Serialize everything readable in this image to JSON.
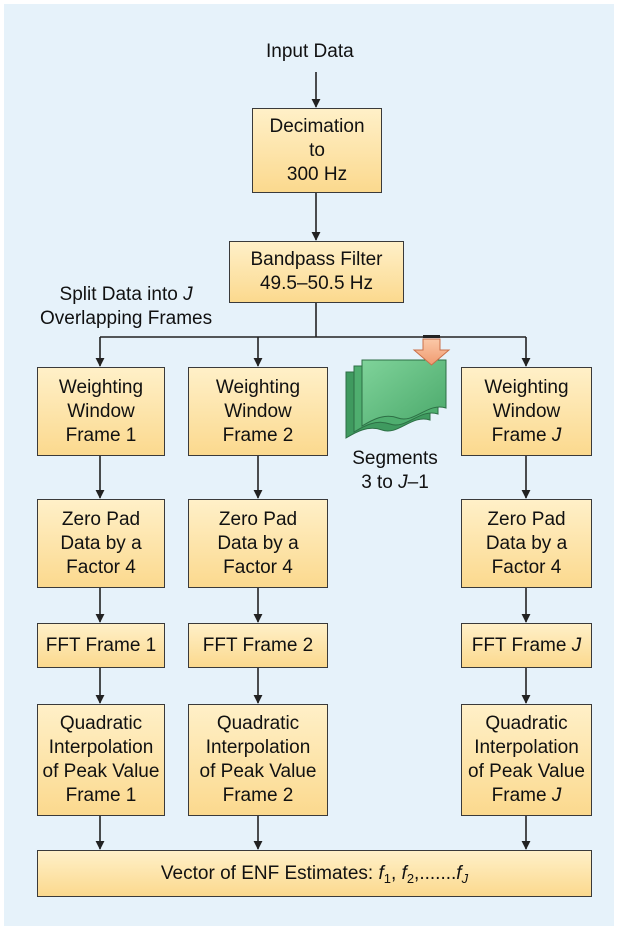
{
  "input_label": "Input Data",
  "decimation": [
    "Decimation",
    "to",
    "300 Hz"
  ],
  "bandpass": [
    "Bandpass Filter",
    "49.5–50.5 Hz"
  ],
  "split_label": {
    "line1": "Split Data into ",
    "line1_var": "J",
    "line2": "Overlapping Frames"
  },
  "segments_label": {
    "line1": "Segments",
    "line2": "3 to ",
    "line2_var": "J",
    "line2_end": "–1"
  },
  "columns": [
    {
      "weighting": [
        "Weighting",
        "Window",
        "Frame 1"
      ],
      "zeropad": [
        "Zero Pad",
        "Data by a",
        "Factor 4"
      ],
      "fft": "FFT Frame 1",
      "quadratic": [
        "Quadratic",
        "Interpolation",
        "of Peak Value",
        "Frame 1"
      ]
    },
    {
      "weighting": [
        "Weighting",
        "Window",
        "Frame 2"
      ],
      "zeropad": [
        "Zero Pad",
        "Data by a",
        "Factor 4"
      ],
      "fft": "FFT Frame 2",
      "quadratic": [
        "Quadratic",
        "Interpolation",
        "of Peak Value",
        "Frame 2"
      ]
    },
    {
      "weighting": [
        "Weighting",
        "Window",
        "Frame "
      ],
      "weighting_var": "J",
      "zeropad": [
        "Zero Pad",
        "Data by a",
        "Factor 4"
      ],
      "fft": "FFT Frame ",
      "fft_var": "J",
      "quadratic": [
        "Quadratic",
        "Interpolation",
        "of Peak Value",
        "Frame "
      ],
      "quadratic_var": "J"
    }
  ],
  "vector_label": {
    "prefix": "Vector of ENF Estimates: ",
    "f": "f",
    "sub1": "1",
    "sep1": ", ",
    "sub2": "2",
    "sep2": ",.......",
    "subJ": "J"
  },
  "colors": {
    "panel": "#e6f2fa",
    "box_top": "#fff0c8",
    "box_bottom": "#fbd98e",
    "segment_green": "#5fbf7f",
    "arrow_orange": "#f5a87f"
  }
}
